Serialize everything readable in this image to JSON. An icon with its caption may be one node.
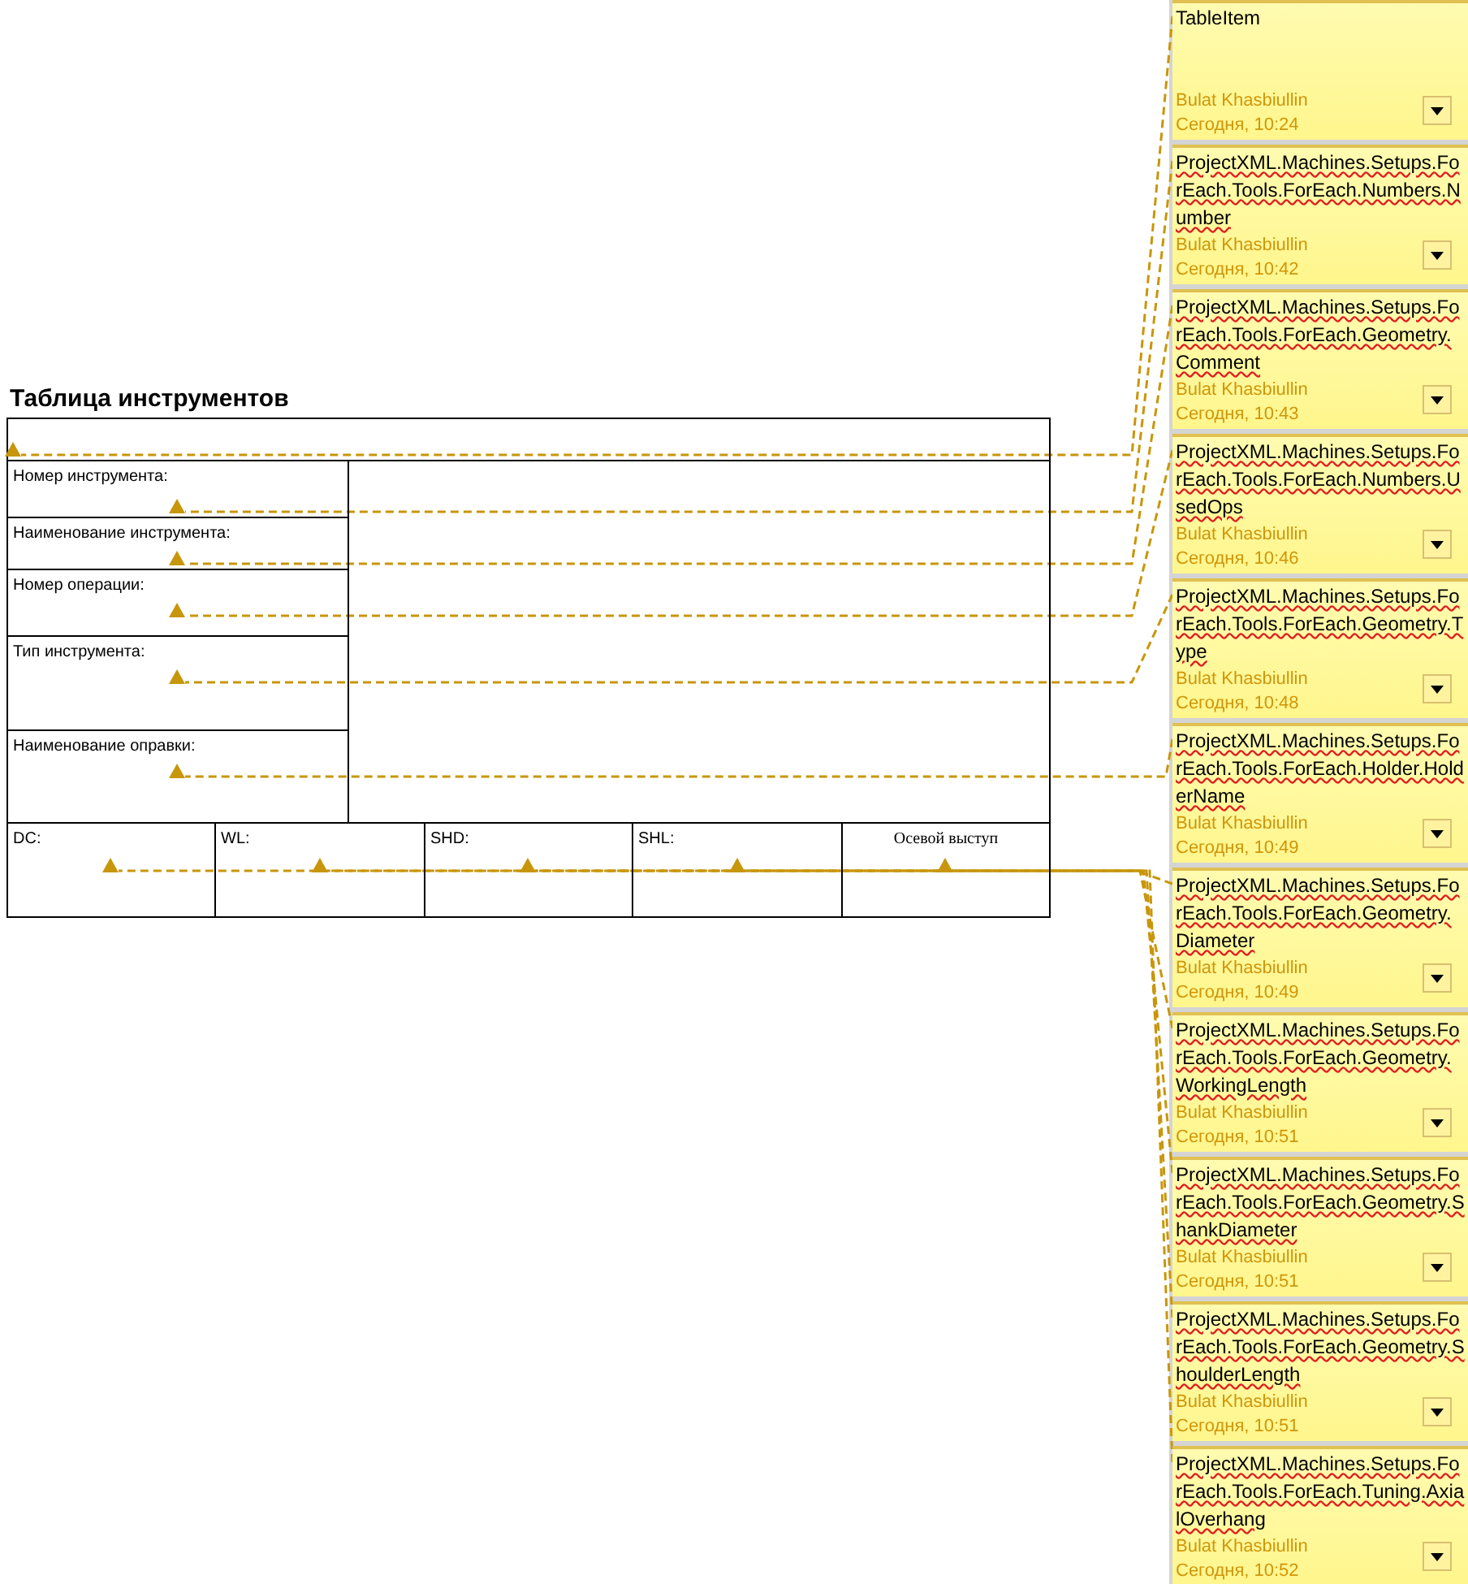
{
  "diagram": {
    "title": "Таблица инструментов",
    "nodes": [
      {
        "text": [],
        "shape": "box"
      },
      {
        "text": [
          "Номер инструмента:"
        ]
      },
      {
        "text": [],
        "shape": "box"
      },
      {
        "text": [
          "Наименование инструмента:"
        ]
      },
      {
        "text": [
          "Номер операции:"
        ]
      },
      {
        "text": [
          "Тип инструмента:"
        ]
      },
      {
        "text": [
          "Наименование оправки:"
        ]
      },
      {
        "text": [
          "DC:"
        ]
      },
      {
        "text": [
          "WL:"
        ]
      },
      {
        "text": [
          "SHD:"
        ]
      },
      {
        "text": [
          "SHL:"
        ]
      },
      {
        "text": [
          "Осевой выступ"
        ]
      },
      {
        "text": [
          "TableItem",
          "Bulat Khasbiullin",
          "Сегодня, 10:24"
        ]
      },
      {
        "text": [
          "ProjectXML.Machines.Setups.ForEach.Tools.ForEach.Numbers.Number",
          "Bulat Khasbiullin",
          "Сегодня, 10:42"
        ]
      },
      {
        "text": [
          "ProjectXML.Machines.Setups.ForEach.Tools.ForEach.Geometry.Comment",
          "Bulat Khasbiullin",
          "Сегодня, 10:43"
        ]
      },
      {
        "text": [
          "ProjectXML.Machines.Setups.ForEach.Tools.ForEach.Numbers.UsedOps",
          "Bulat Khasbiullin",
          "Сегодня, 10:46"
        ]
      },
      {
        "text": [
          "ProjectXML.Machines.Setups.ForEach.Tools.ForEach.Geometry.Type",
          "Bulat Khasbiullin",
          "Сегодня, 10:48"
        ]
      },
      {
        "text": [
          "ProjectXML.Machines.Setups.ForEach.Tools.ForEach.Holder.HolderName",
          "Bulat Khasbiullin",
          "Сегодня, 10:49"
        ]
      },
      {
        "text": [
          "ProjectXML.Machines.Setups.ForEach.Tools.ForEach.Geometry.Diameter",
          "Bulat Khasbiullin",
          "Сегодня, 10:49"
        ]
      },
      {
        "text": [
          "ProjectXML.Machines.Setups.ForEach.Tools.ForEach.Geometry.WorkingLength",
          "Bulat Khasbiullin",
          "Сегодня, 10:51"
        ]
      },
      {
        "text": [
          "ProjectXML.Machines.Setups.ForEach.Tools.ForEach.Geometry.ShankDiameter",
          "Bulat Khasbiullin",
          "Сегодня, 10:51"
        ]
      },
      {
        "text": [
          "ProjectXML.Machines.Setups.ForEach.Tools.ForEach.Geometry.ShoulderLength",
          "Bulat Khasbiullin",
          "Сегодня, 10:51"
        ]
      },
      {
        "text": [
          "ProjectXML.Machines.Setups.ForEach.Tools.ForEach.Tuning.AxialOverhang",
          "Bulat Khasbiullin",
          "Сегодня, 10:52"
        ]
      },
      {
        "text": [],
        "shape": "triangle",
        "in": 0
      },
      {
        "text": [],
        "shape": "triangle",
        "in": 1
      },
      {
        "text": [],
        "shape": "triangle",
        "in": 3
      },
      {
        "text": [],
        "shape": "triangle",
        "in": 4
      },
      {
        "text": [],
        "shape": "triangle",
        "in": 5
      },
      {
        "text": [],
        "shape": "triangle",
        "in": 6
      },
      {
        "text": [],
        "shape": "triangle",
        "in": 7
      },
      {
        "text": [],
        "shape": "triangle",
        "in": 8
      },
      {
        "text": [],
        "shape": "triangle",
        "in": 9
      },
      {
        "text": [],
        "shape": "triangle",
        "in": 10
      },
      {
        "text": [],
        "shape": "triangle",
        "in": 11
      }
    ],
    "edges": [
      {
        "from": 12,
        "to": 23,
        "arrow": "none",
        "style": "dashed"
      },
      {
        "from": 13,
        "to": 24,
        "arrow": "none",
        "style": "dashed"
      },
      {
        "from": 14,
        "to": 25,
        "arrow": "none",
        "style": "dashed"
      },
      {
        "from": 15,
        "to": 26,
        "arrow": "none",
        "style": "dashed"
      },
      {
        "from": 16,
        "to": 27,
        "arrow": "none",
        "style": "dashed"
      },
      {
        "from": 17,
        "to": 28,
        "arrow": "none",
        "style": "dashed"
      },
      {
        "from": 18,
        "to": 29,
        "arrow": "none",
        "style": "dashed"
      },
      {
        "from": 19,
        "to": 30,
        "arrow": "none",
        "style": "dashed"
      },
      {
        "from": 20,
        "to": 31,
        "arrow": "none",
        "style": "dashed"
      },
      {
        "from": 21,
        "to": 32,
        "arrow": "none",
        "style": "dashed"
      },
      {
        "from": 22,
        "to": 33,
        "arrow": "none",
        "style": "dashed"
      }
    ]
  }
}
